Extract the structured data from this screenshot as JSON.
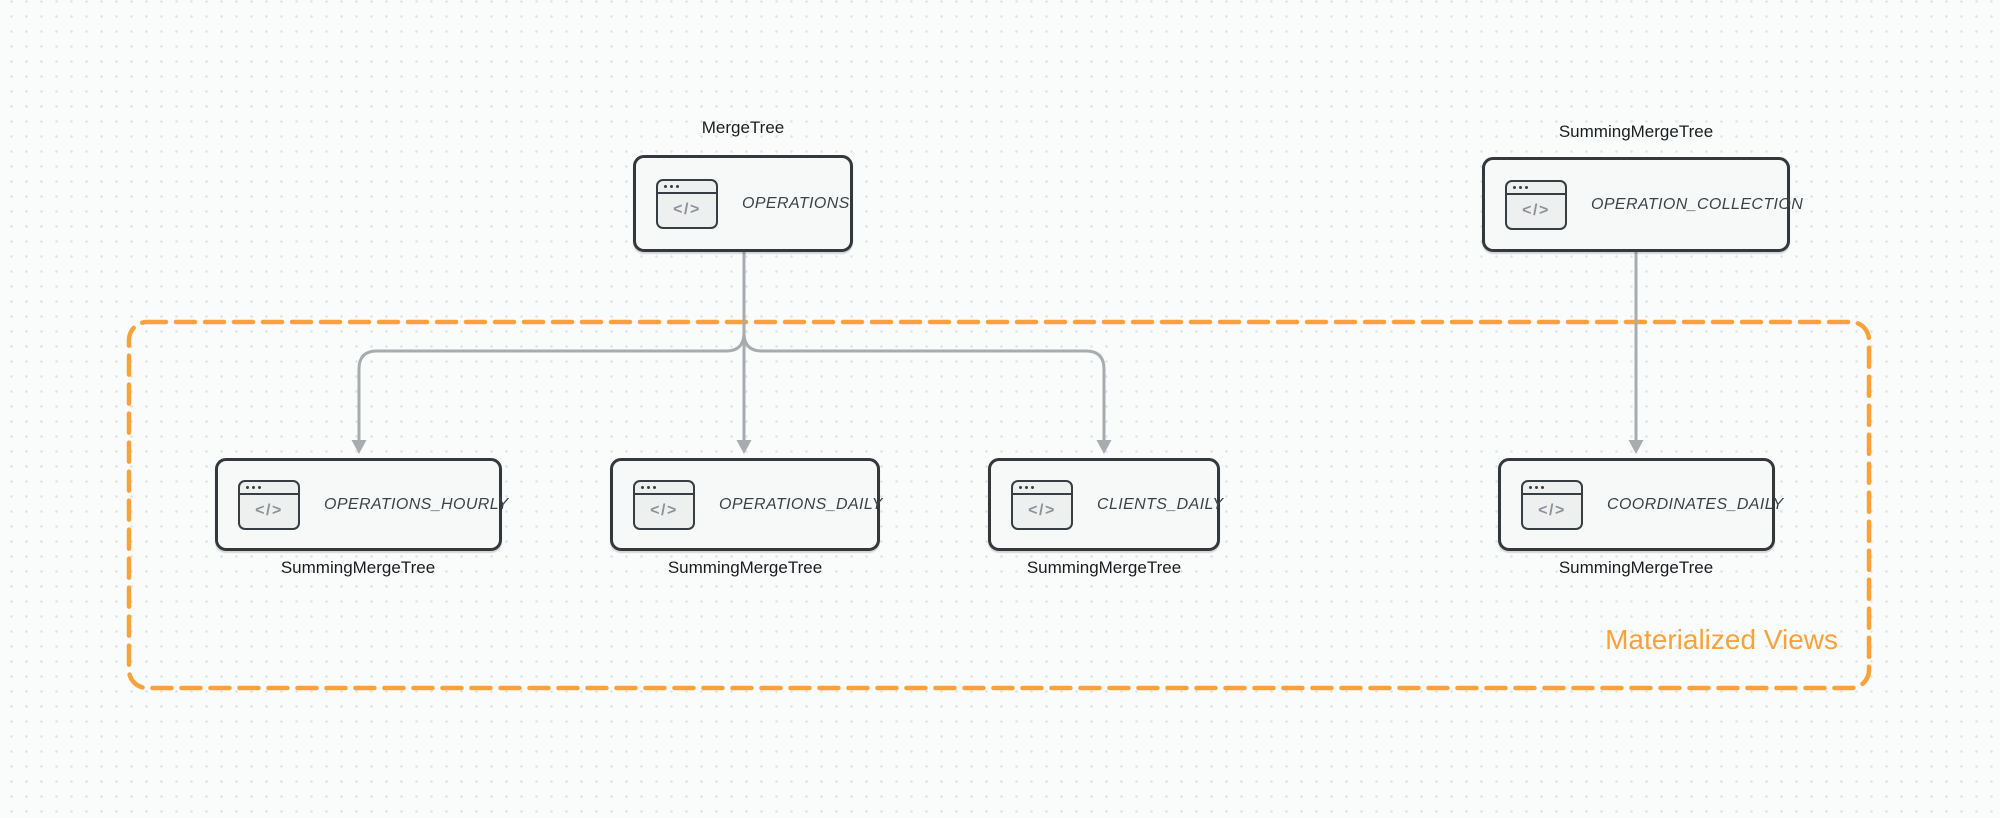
{
  "canvas": {
    "background": "#fafbfb",
    "dot_color": "#dfe2e5"
  },
  "colors": {
    "node_border": "#33383c",
    "node_fill": "#f7f8f8",
    "node_label_text": "#3d4247",
    "title_text": "#1a1d20",
    "arrow": "#a8acaf",
    "accent_orange": "#f9a23c"
  },
  "icon": {
    "name": "code-window-icon",
    "glyph": "</>"
  },
  "nodes": {
    "operations": {
      "title": "MergeTree",
      "label": "OPERATIONS"
    },
    "operation_collection": {
      "title": "SummingMergeTree",
      "label": "OPERATION_COLLECTION"
    },
    "operations_hourly": {
      "label": "OPERATIONS_HOURLY",
      "subtitle": "SummingMergeTree"
    },
    "operations_daily": {
      "label": "OPERATIONS_DAILY",
      "subtitle": "SummingMergeTree"
    },
    "clients_daily": {
      "label": "CLIENTS_DAILY",
      "subtitle": "SummingMergeTree"
    },
    "coordinates_daily": {
      "label": "COORDINATES_DAILY",
      "subtitle": "SummingMergeTree"
    }
  },
  "group": {
    "label": "Materialized Views"
  }
}
